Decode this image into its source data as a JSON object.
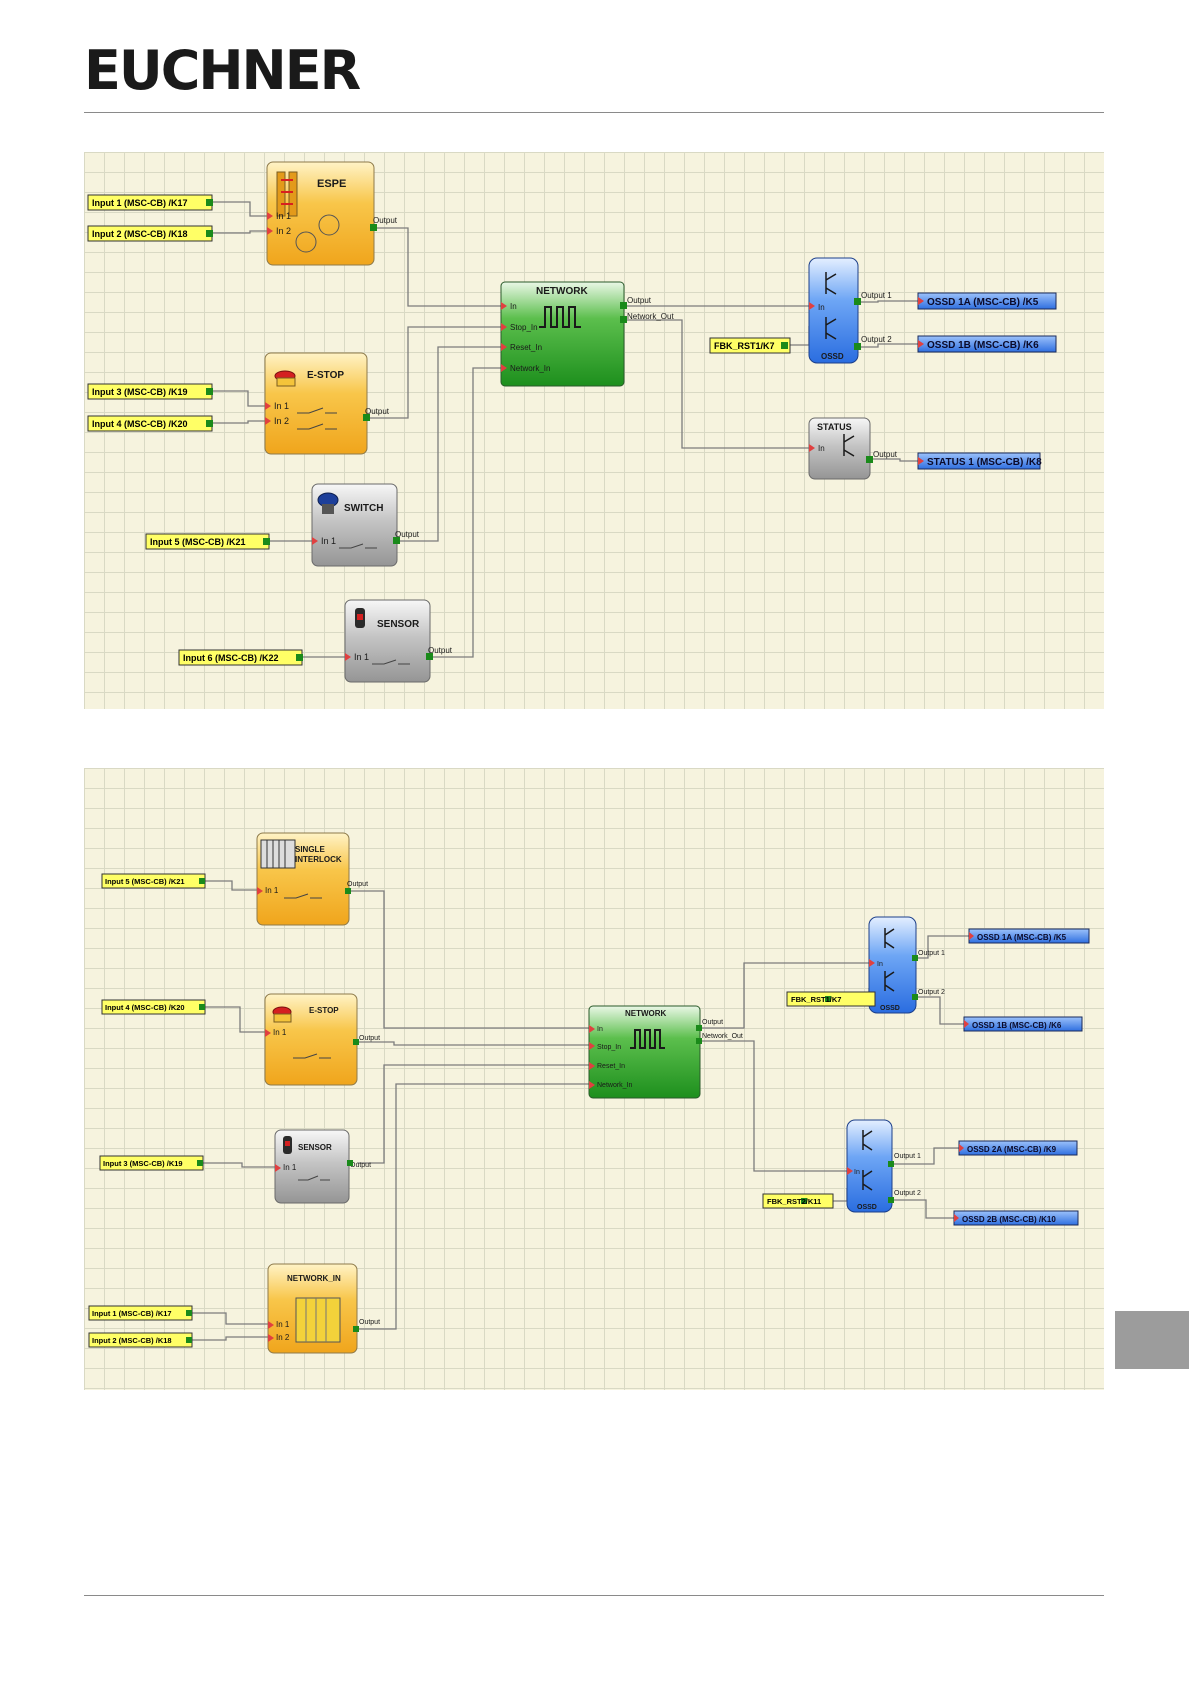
{
  "header": {
    "logo_text": "EUCHNER"
  },
  "colors": {
    "input_fill": "#ffff66",
    "output_fill": "#4a8cf0",
    "block_orange": "#f5b223",
    "block_green": "#2aa52a",
    "block_blue": "#3a7ef0",
    "block_gray": "#a8a8a8",
    "wire": "#7c7c7c",
    "grid_bg": "#f6f3de"
  },
  "diagram1": {
    "inputs": [
      "Input 1 (MSC-CB) /K17",
      "Input 2 (MSC-CB) /K18",
      "Input 3 (MSC-CB) /K19",
      "Input 4 (MSC-CB) /K20",
      "Input 5 (MSC-CB) /K21",
      "Input 6 (MSC-CB) /K22",
      "FBK_RST1/K7"
    ],
    "outputs": [
      "OSSD 1A (MSC-CB) /K5",
      "OSSD 1B (MSC-CB) /K6",
      "STATUS 1 (MSC-CB) /K8"
    ],
    "blocks": {
      "espe": {
        "title": "ESPE",
        "ports": [
          "In 1",
          "In 2"
        ],
        "out": "Output"
      },
      "estop": {
        "title": "E-STOP",
        "ports": [
          "In 1",
          "In 2"
        ],
        "out": "Output"
      },
      "switch": {
        "title": "SWITCH",
        "ports": [
          "In 1"
        ],
        "out": "Output"
      },
      "sensor": {
        "title": "SENSOR",
        "ports": [
          "In 1"
        ],
        "out": "Output"
      },
      "network": {
        "title": "NETWORK",
        "ports": [
          "In",
          "Stop_In",
          "Reset_In",
          "Network_In"
        ],
        "outs": [
          "Output",
          "Network_Out"
        ]
      },
      "ossd": {
        "title": "OSSD",
        "ports": [
          "In"
        ],
        "outs": [
          "Output 1",
          "Output 2"
        ]
      },
      "status": {
        "title": "STATUS",
        "ports": [
          "In"
        ],
        "out": "Output"
      }
    }
  },
  "diagram2": {
    "inputs": [
      "Input 5 (MSC-CB) /K21",
      "Input 4 (MSC-CB) /K20",
      "Input 3 (MSC-CB) /K19",
      "Input 1 (MSC-CB) /K17",
      "Input 2 (MSC-CB) /K18",
      "FBK_RST1/K7",
      "FBK_RST2/K11"
    ],
    "outputs": [
      "OSSD 1A (MSC-CB) /K5",
      "OSSD 1B (MSC-CB) /K6",
      "OSSD 2A (MSC-CB) /K9",
      "OSSD 2B (MSC-CB) /K10"
    ],
    "blocks": {
      "interlock": {
        "title_1": "SINGLE",
        "title_2": "INTERLOCK",
        "ports": [
          "In 1"
        ],
        "out": "Output"
      },
      "estop": {
        "title": "E-STOP",
        "ports": [
          "In 1"
        ],
        "out": "Output"
      },
      "sensor": {
        "title": "SENSOR",
        "ports": [
          "In 1"
        ],
        "out": "Output"
      },
      "network_in": {
        "title": "NETWORK_IN",
        "ports": [
          "In 1",
          "In 2"
        ],
        "out": "Output"
      },
      "network": {
        "title": "NETWORK",
        "ports": [
          "In",
          "Stop_In",
          "Reset_In",
          "Network_In"
        ],
        "outs": [
          "Output",
          "Network_Out"
        ]
      },
      "ossd1": {
        "title": "OSSD",
        "ports": [
          "In"
        ],
        "outs": [
          "Output 1",
          "Output 2"
        ]
      },
      "ossd2": {
        "title": "OSSD",
        "ports": [
          "In"
        ],
        "outs": [
          "Output 1",
          "Output 2"
        ]
      }
    }
  }
}
